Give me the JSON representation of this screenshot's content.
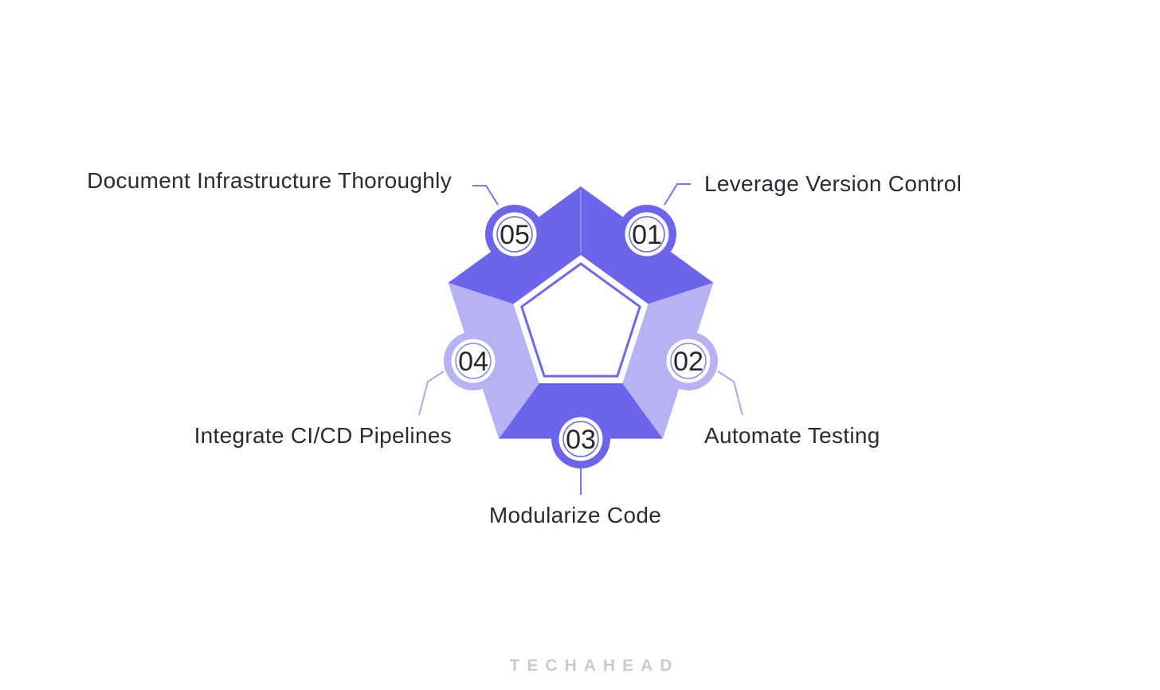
{
  "colors": {
    "background": "#FFFFFF",
    "segment_dark": "#6C65EC",
    "segment_light": "#B7B2F2",
    "inner_outline": "#6F68ED",
    "inner_fill": "#FFFFFF",
    "seam": "#9A94F3",
    "connector_dark": "#7C74ED",
    "connector_light": "#ACA6F2",
    "ring_dark": "#6C65EC",
    "ring_light": "#8E87EF",
    "node_fill": "#FFFFFF",
    "label_text": "#2B2B33",
    "number_text": "#26262E",
    "watermark": "#CBCBCB"
  },
  "diagram": {
    "shape": "pentagon",
    "steps": [
      {
        "number": "01",
        "label": "Leverage Version Control",
        "tone": "dark"
      },
      {
        "number": "02",
        "label": "Automate Testing",
        "tone": "light"
      },
      {
        "number": "03",
        "label": "Modularize Code",
        "tone": "dark"
      },
      {
        "number": "04",
        "label": "Integrate CI/CD Pipelines",
        "tone": "light"
      },
      {
        "number": "05",
        "label": "Document Infrastructure Thoroughly",
        "tone": "dark"
      }
    ]
  },
  "watermark": {
    "text": "TECHAHEAD"
  }
}
